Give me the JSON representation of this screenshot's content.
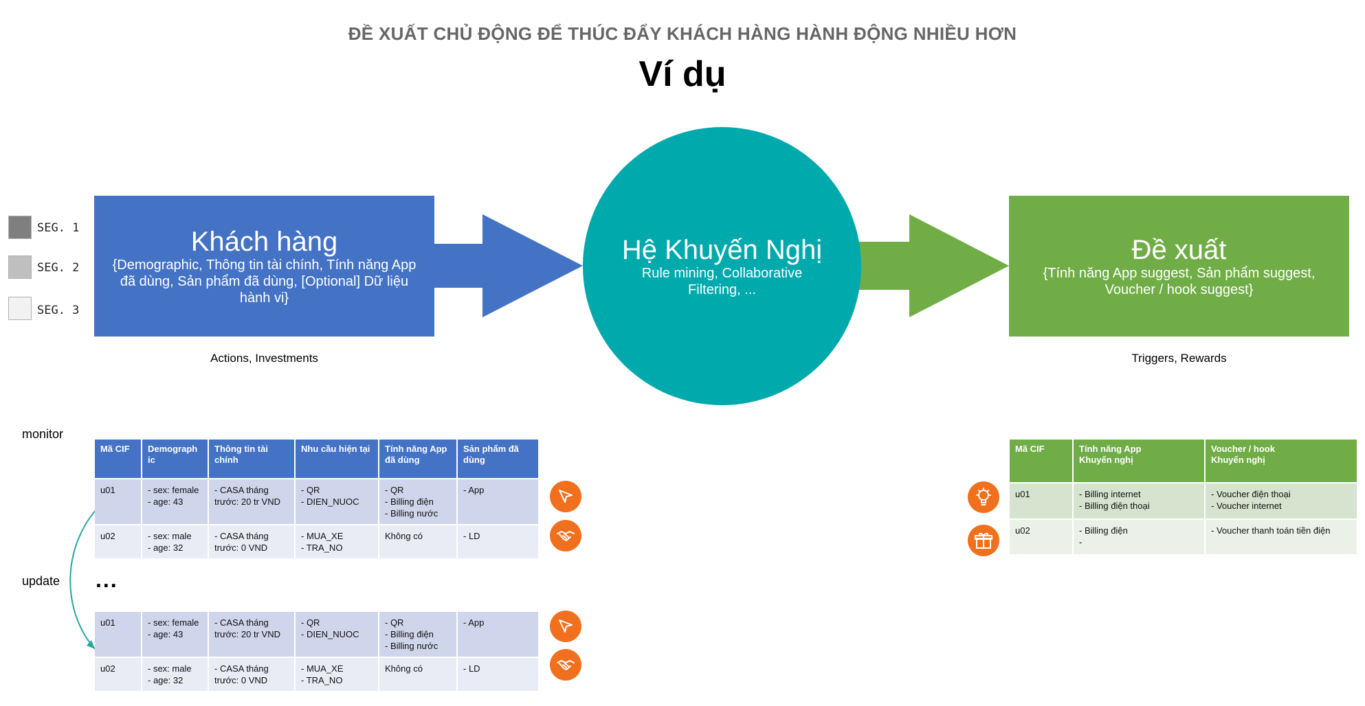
{
  "header": {
    "eyebrow": "ĐỀ XUẤT CHỦ ĐỘNG ĐỂ THÚC ĐẨY KHÁCH HÀNG HÀNH ĐỘNG NHIỀU HƠN",
    "title": "Ví dụ"
  },
  "legend": [
    {
      "label": "SEG. 1",
      "color": "#7f7f7f"
    },
    {
      "label": "SEG. 2",
      "color": "#bfbfbf"
    },
    {
      "label": "SEG. 3",
      "color": "#f2f2f2"
    }
  ],
  "flow": {
    "customer": {
      "title": "Khách hàng",
      "detail": "{Demographic, Thông tin tài chính, Tính năng App đã dùng, Sản phẩm đã dùng, [Optional] Dữ liệu hành vi}",
      "caption": "Actions, Investments",
      "color": "#4472c4"
    },
    "engine": {
      "title": "Hệ Khuyến Nghị",
      "detail": "Rule mining, Collaborative Filtering, ...",
      "color": "#00a9ac"
    },
    "output": {
      "title": "Đề xuất",
      "detail": "{Tính năng App suggest, Sản phẩm suggest, Voucher / hook suggest}",
      "caption": "Triggers, Rewards",
      "color": "#70ad47"
    }
  },
  "labels": {
    "monitor": "monitor",
    "update": "update",
    "ellipsis": "..."
  },
  "customer_table": {
    "columns": [
      "Mã CIF",
      "Demograph ic",
      "Thông tin tài chính",
      "Nhu cầu hiện tại",
      "Tính năng App đã dùng",
      "Sản phẩm đã dùng"
    ],
    "rows_top": [
      [
        "u01",
        "- sex: female\n- age: 43",
        "- CASA tháng trước: 20 tr VND",
        "- QR\n- DIEN_NUOC",
        "- QR\n- Billing điện\n- Billing nước",
        "- App"
      ],
      [
        "u02",
        "- sex: male\n- age: 32",
        "- CASA tháng trước: 0 VND",
        "- MUA_XE\n- TRA_NO",
        "Không có",
        "- LD"
      ]
    ],
    "rows_bottom": [
      [
        "u01",
        "- sex: female\n- age: 43",
        "- CASA tháng trước: 20 tr VND",
        "- QR\n- DIEN_NUOC",
        "- QR\n- Billing điện\n- Billing nước",
        "- App"
      ],
      [
        "u02",
        "- sex: male\n- age: 32",
        "- CASA tháng trước: 0 VND",
        "- MUA_XE\n- TRA_NO",
        "Không có",
        "- LD"
      ]
    ]
  },
  "reco_table": {
    "columns": [
      "Mã CIF",
      "Tính năng App\nKhuyến nghị",
      "Voucher / hook\nKhuyến nghị"
    ],
    "rows": [
      [
        "u01",
        "- Billing internet\n- Billing điện thoại",
        "- Voucher điện thoại\n- Voucher internet"
      ],
      [
        "u02",
        "- Billing điện\n-",
        "- Voucher thanh toán tiền điện"
      ]
    ]
  },
  "icons": {
    "row_icons": [
      "cursor-icon",
      "handshake-icon"
    ],
    "reco_icons": [
      "lightbulb-icon",
      "gift-icon"
    ],
    "accent": "#f0701e",
    "arrow_blue": "#4472c4",
    "arrow_green": "#70ad47",
    "curve": "#26a5a3"
  }
}
